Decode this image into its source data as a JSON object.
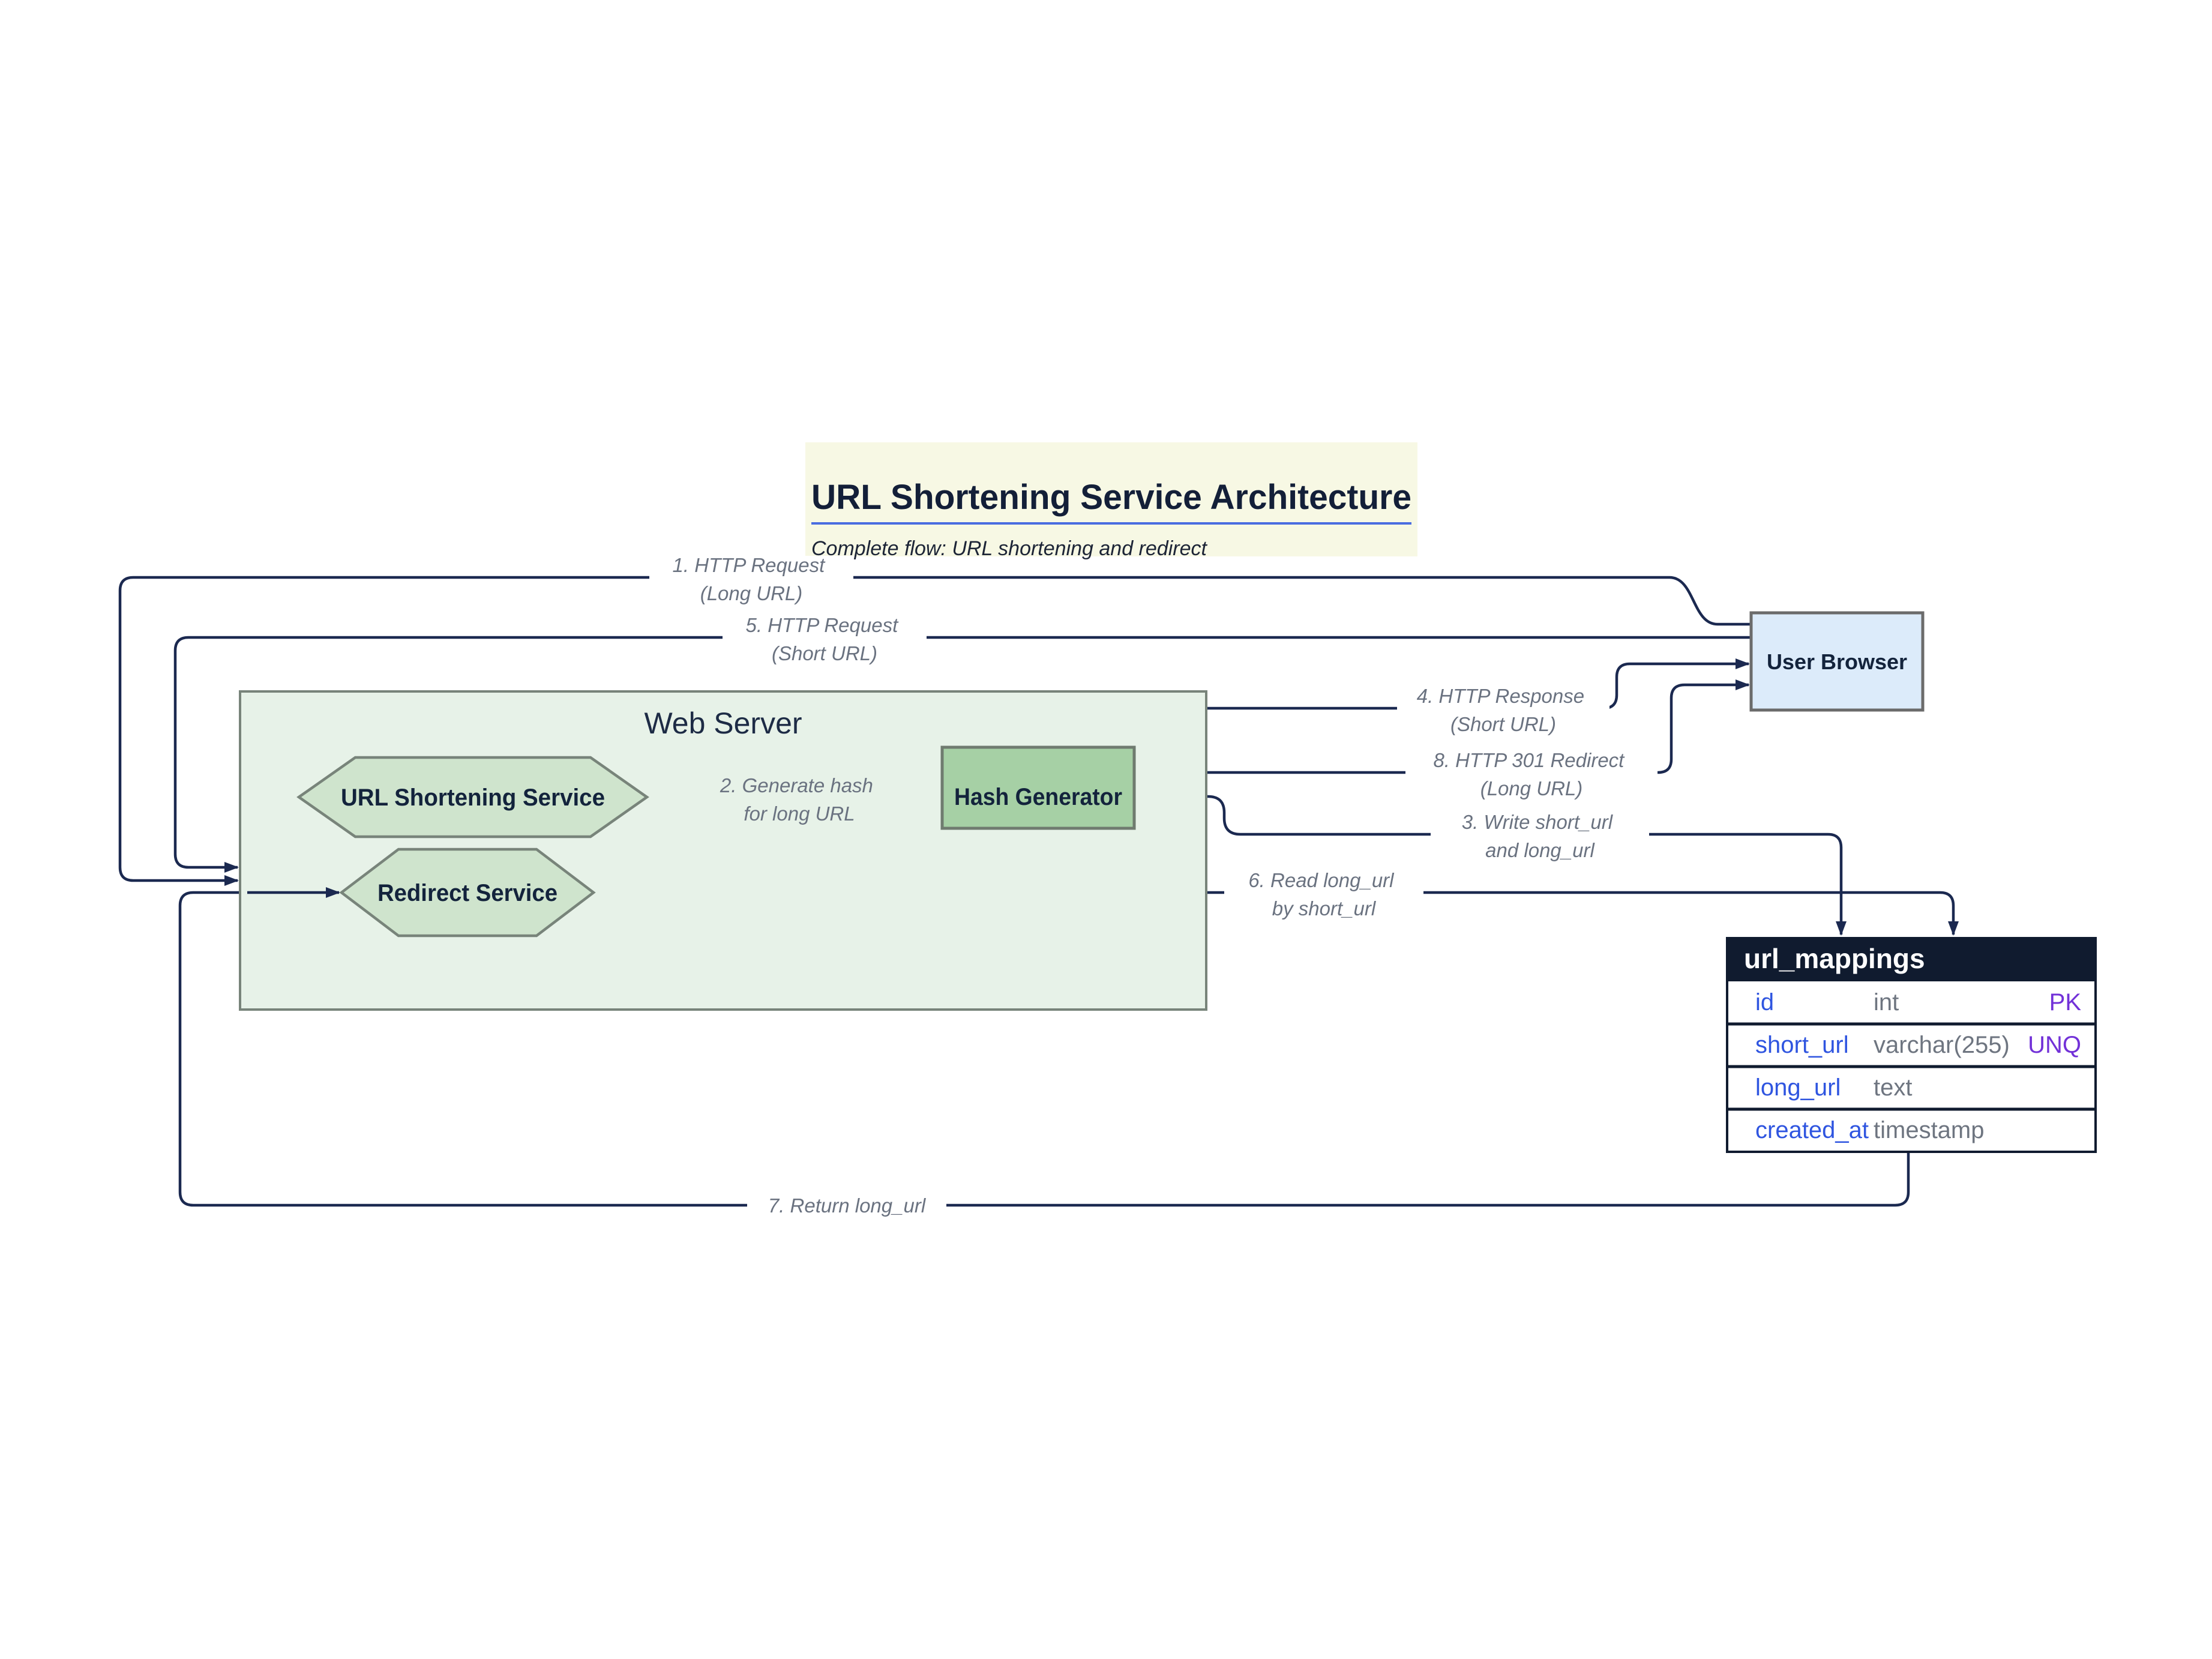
{
  "title": {
    "text": "URL Shortening Service Architecture",
    "subtitle": "Complete flow: URL shortening and redirect"
  },
  "nodes": {
    "web_server": {
      "label": "Web Server"
    },
    "url_shortening_service": {
      "label": "URL Shortening Service"
    },
    "hash_generator": {
      "label": "Hash Generator"
    },
    "redirect_service": {
      "label": "Redirect Service"
    },
    "user_browser": {
      "label": "User Browser"
    }
  },
  "edges": {
    "e1": {
      "line1": "1. HTTP Request",
      "line2": "(Long URL)",
      "from": "User Browser",
      "to": "Web Server"
    },
    "e2": {
      "line1": "2. Generate hash",
      "line2": "for long URL",
      "from": "URL Shortening Service",
      "to": "Hash Generator"
    },
    "e3": {
      "line1": "3. Write short_url",
      "line2": "and long_url",
      "from": "Hash Generator",
      "to": "url_mappings"
    },
    "e4": {
      "line1": "4. HTTP Response",
      "line2": "(Short URL)",
      "from": "Web Server",
      "to": "User Browser"
    },
    "e5": {
      "line1": "5. HTTP Request",
      "line2": "(Short URL)",
      "from": "User Browser",
      "to": "Web Server"
    },
    "e6": {
      "line1": "6. Read long_url",
      "line2": "by short_url",
      "from": "Redirect Service",
      "to": "url_mappings"
    },
    "e7": {
      "line1": "7. Return long_url",
      "line2": "",
      "from": "url_mappings",
      "to": "Redirect Service"
    },
    "e8": {
      "line1": "8. HTTP 301 Redirect",
      "line2": "(Long URL)",
      "from": "Redirect Service",
      "to": "User Browser"
    }
  },
  "table": {
    "name": "url_mappings",
    "columns": [
      {
        "name": "id",
        "type": "int",
        "key": "PK"
      },
      {
        "name": "short_url",
        "type": "varchar(255)",
        "key": "UNQ"
      },
      {
        "name": "long_url",
        "type": "text",
        "key": ""
      },
      {
        "name": "created_at",
        "type": "timestamp",
        "key": ""
      }
    ]
  },
  "colors": {
    "edge": "#1b2950",
    "edge_label": "#6a7280",
    "cluster_fill": "#e7f2e8",
    "hex_node_fill": "#cfe4cd",
    "hash_node_fill": "#a6d0a5",
    "browser_fill": "#dcebfa",
    "node_border": "#78847a",
    "title_bg": "#f7f8e4",
    "title_text": "#131f38",
    "title_underline": "#4a6de0",
    "table_header_bg": "#101b2f",
    "field_name": "#2f55e0",
    "field_type": "#6e7580",
    "field_key": "#7231d8"
  }
}
